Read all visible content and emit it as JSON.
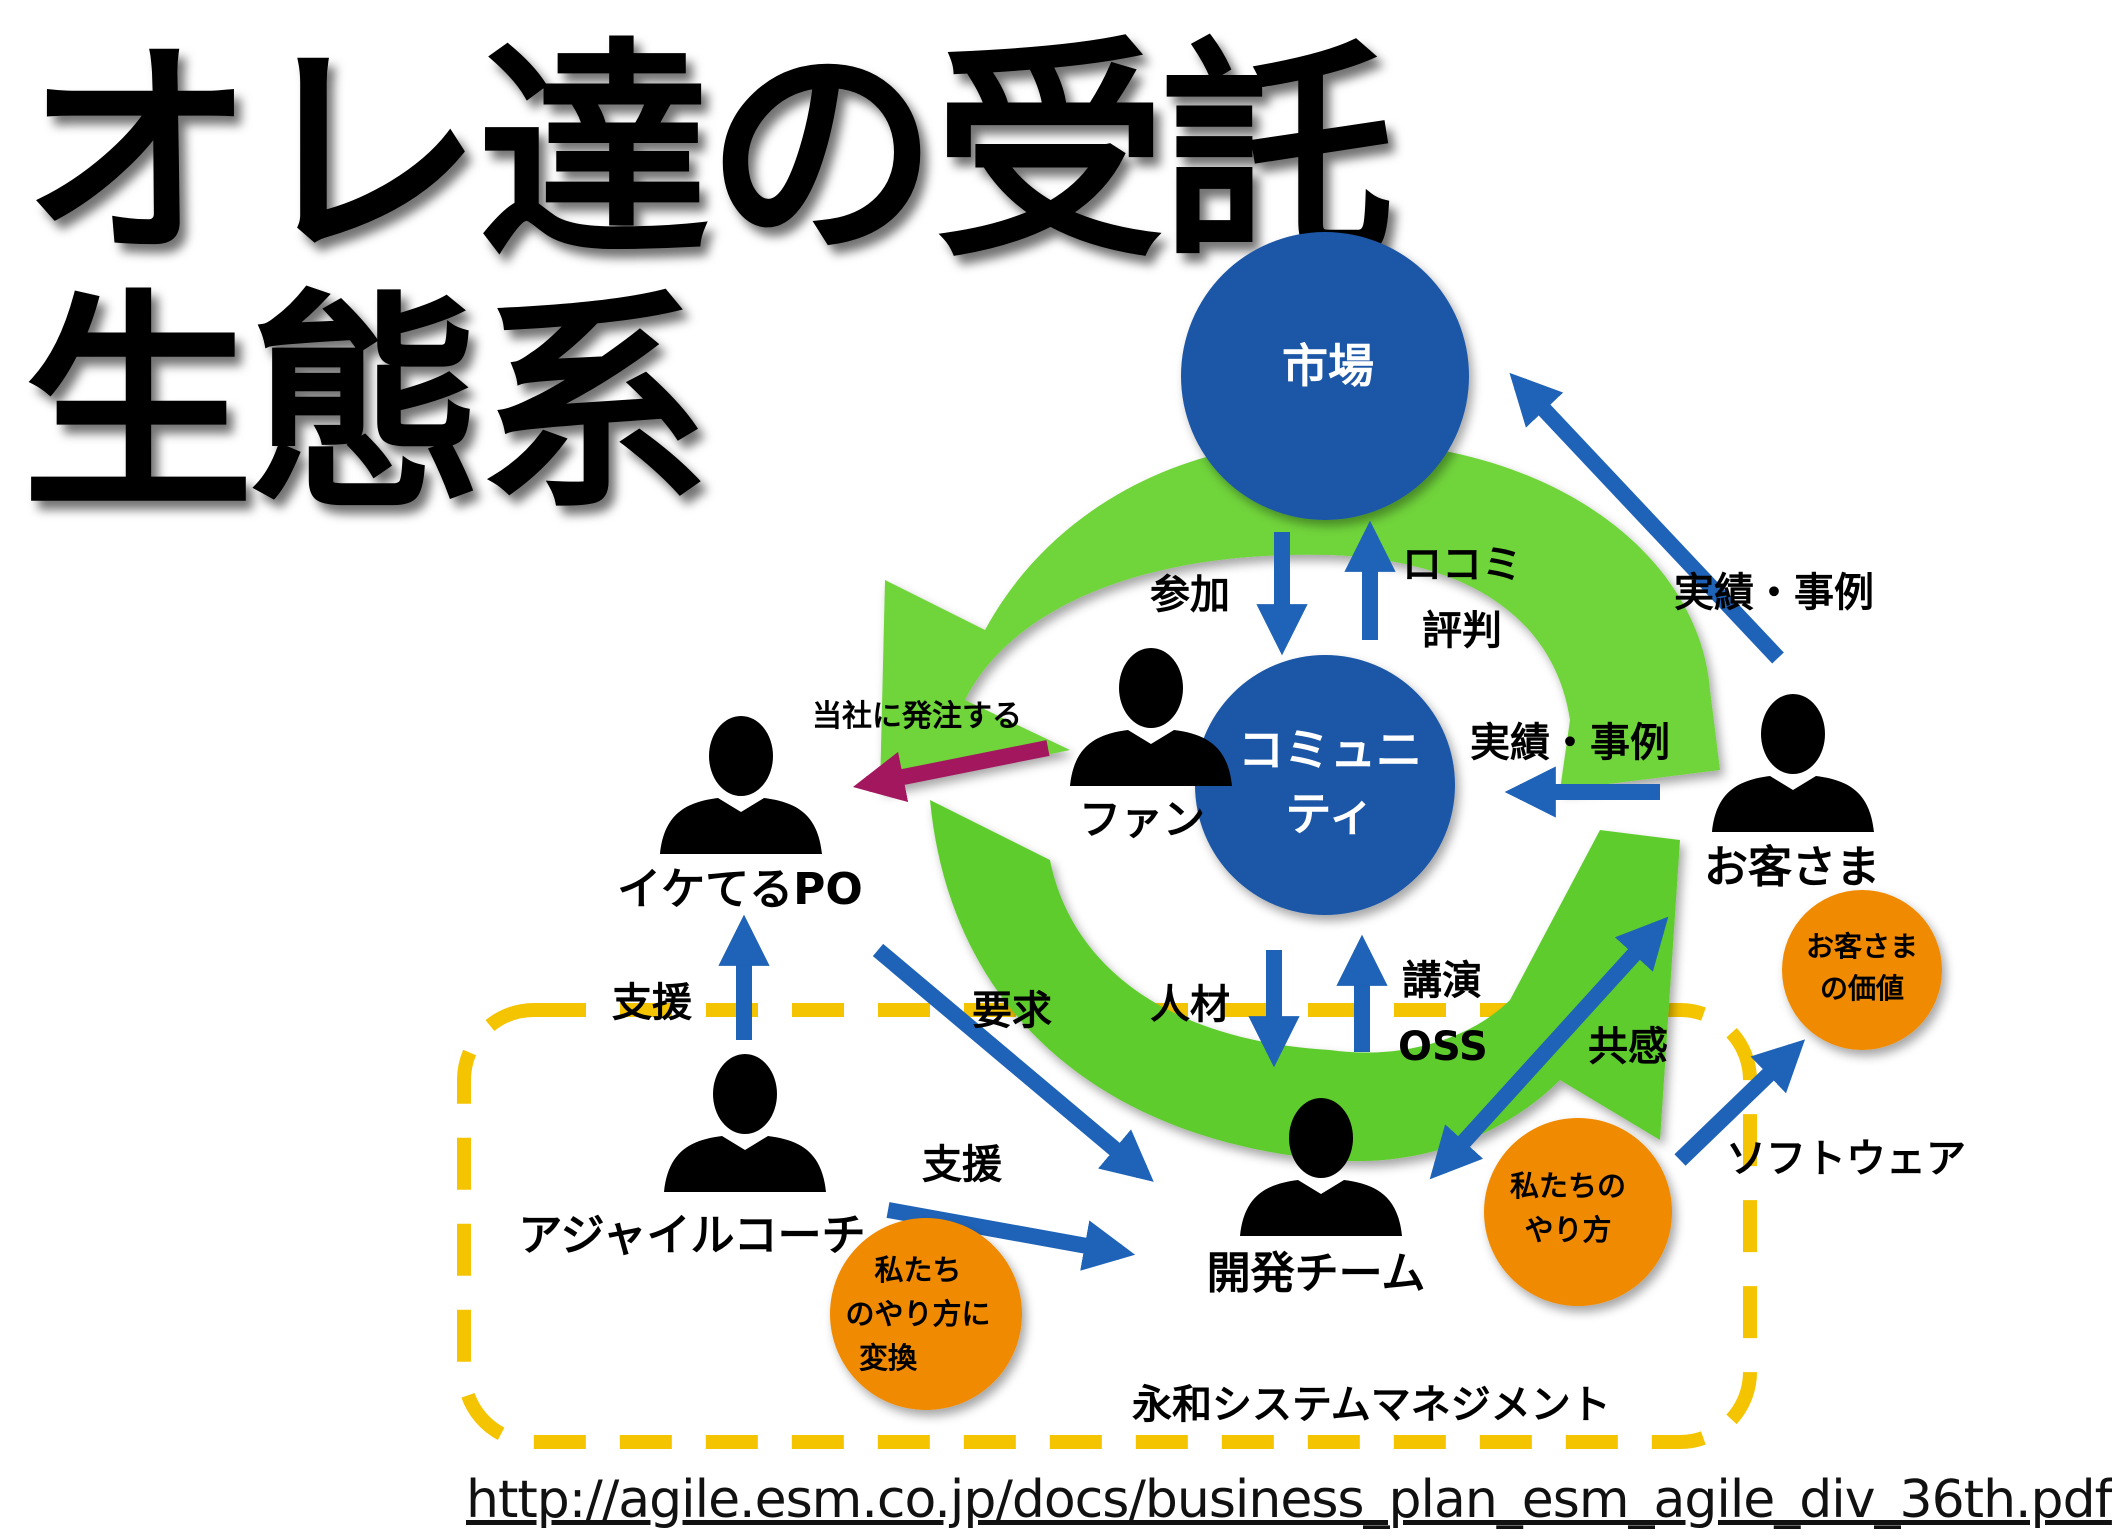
{
  "title": {
    "line1": "オレ達の受託",
    "line2": "生態系"
  },
  "nodes": {
    "market": "市場",
    "community_l1": "コミュニ",
    "community_l2": "ティ"
  },
  "people": {
    "fan": "ファン",
    "po": "イケてるPO",
    "customer": "お客さま",
    "coach": "アジャイルコーチ",
    "devteam": "開発チーム"
  },
  "values": {
    "customer_value_l1": "お客さま",
    "customer_value_l2": "の価値",
    "our_way_l1": "私たちの",
    "our_way_l2": "やり方",
    "convert_l1": "私たち",
    "convert_l2": "のやり方に",
    "convert_l3": "変換"
  },
  "labels": {
    "participate": "参加",
    "word_of_mouth_l1": "ロコミ",
    "word_of_mouth_l2": "評判",
    "results_top": "実績・事例",
    "results_mid": "実績・事例",
    "order": "当社に発注する",
    "support_po": "支援",
    "support_dev": "支援",
    "request": "要求",
    "talent": "人材",
    "talk_l1": "講演",
    "talk_l2": "OSS",
    "empathy": "共感",
    "software": "ソフトウェア",
    "company": "永和システムマネジメント"
  },
  "source_url": "http://agile.esm.co.jp/docs/business_plan_esm_agile_div_36th.pdf",
  "colors": {
    "circle": "#1a56a6",
    "arrow": "#1f63b8",
    "order_arrow": "#a3175e",
    "cycle": "#6fd43a",
    "value_bubble": "#f08a00",
    "boundary": "#f5c400"
  }
}
